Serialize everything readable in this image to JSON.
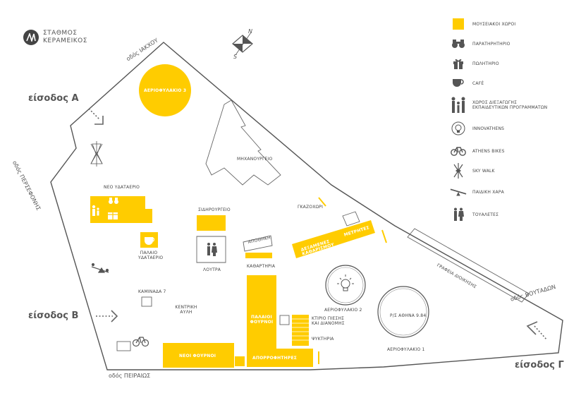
{
  "logo": {
    "line1": "ΣΤΑΘΜΟΣ",
    "line2": "ΚΕΡΑΜΕΙΚΟΣ",
    "icon": "metro-logo-icon"
  },
  "compass": {
    "north": "N",
    "south": "S",
    "icon": "compass-icon"
  },
  "streets": {
    "iakchou": "οδός ΙΑΚΧΟΥ",
    "persefonis": "οδός ΠΕΡΣΕΦΟΝΗΣ",
    "peiraios": "οδός ΠΕΙΡΑΙΩΣ",
    "voutadon": "οδός ΒΟΥΤΑΔΩΝ"
  },
  "entrances": {
    "a": "είσοδος Α",
    "b": "είσοδος Β",
    "g": "είσοδος Γ"
  },
  "places": {
    "gasholder3": "ΑΕΡΙΟΦΥΛΑΚΙΟ 3",
    "workshop": "ΜΗΧΑΝΟΥΡΓΕΙΟ",
    "new_water_tank": "ΝΕΟ ΥΔΑΤΑΕΡΙΟ",
    "ironworks": "ΣΙΔΗΡΟΥΡΓΕΙΟ",
    "old_water_tank_1": "ΠΑΛΑΙΟ",
    "old_water_tank_2": "ΥΔΑΤΑΕΡΙΟ",
    "baths": "ΛΟΥΤΡΑ",
    "storehouse": "ΑΠΟΘΗΚΗ",
    "cleaning": "ΚΑΘΑΡΤΗΡΙΑ",
    "gas_cleaners_1": "ΔΕΞΑΜΕΝΕΣ",
    "gas_cleaners_2": "ΚΑΘΑΡΙΣΜΟΥ",
    "meters": "ΜΕΤΡΗΤΕΣ",
    "gazochori": "ΓΚΑΖΟΧΩΡΙ",
    "offices": "ΓΡΑΦΕΙΑ ΔΙΟΙΚΗΣΗΣ",
    "chimney": "ΚΑΜΙΝΑΔΑ 7",
    "central_yard_1": "ΚΕΝΤΡΙΚΗ",
    "central_yard_2": "ΑΥΛΗ",
    "old_furnaces_1": "ΠΑΛΑΙΟΙ",
    "old_furnaces_2": "ΦΟΥΡΝΟΙ",
    "pressure_1": "ΚΤΙΡΙΟ ΠΙΕΣΗΣ",
    "pressure_2": "ΚΑΙ ΔΙΑΝΟΜΗΣ",
    "coolers": "ΨΥΚΤΗΡΙΑ",
    "new_furnaces": "ΝΕΟΙ ΦΟΥΡΝΟΙ",
    "absorbers": "ΑΠΟΡΡΟΦΗΤΗΡΕΣ",
    "gasholder2": "ΑΕΡΙΟΦΥΛΑΚΙΟ 2",
    "gasholder1": "ΑΕΡΙΟΦΥΛΑΚΙΟ 1",
    "radio": "Ρ/Σ ΑΘΗΝΑ 9.84"
  },
  "legend": [
    {
      "label": "ΜΟΥΣΕΙΑΚΟΙ ΧΩΡΟΙ",
      "icon": "museum-space-swatch-icon"
    },
    {
      "label": "ΠΑΡΑΤΗΡΗΤΗΡΙΟ",
      "icon": "binoculars-icon"
    },
    {
      "label": "ΠΩΛΗΤΗΡΙΟ",
      "icon": "gift-icon"
    },
    {
      "label": "CAFÉ",
      "icon": "coffee-cup-icon"
    },
    {
      "label": "ΧΩΡΟΣ ΔΙΕΞΑΓΩΓΗΣ",
      "label2": "ΕΚΠΑΙΔΕΥΤΙΚΩΝ ΠΡΟΓΡΑΜΜΑΤΩΝ",
      "icon": "family-icon"
    },
    {
      "label": "INNOVATHENS",
      "icon": "lightbulb-icon"
    },
    {
      "label": "ATHENS BIKES",
      "icon": "bicycle-icon"
    },
    {
      "label": "SKY WALK",
      "icon": "skywalk-tower-icon"
    },
    {
      "label": "ΠΑΙΔΙΚΗ ΧΑΡΑ",
      "icon": "seesaw-icon"
    },
    {
      "label": "ΤΟΥΑΛΕΤΕΣ",
      "icon": "toilets-icon"
    }
  ],
  "colors": {
    "museum_yellow": "#FFCC00",
    "outline": "#555555",
    "background": "#FFFFFF"
  }
}
